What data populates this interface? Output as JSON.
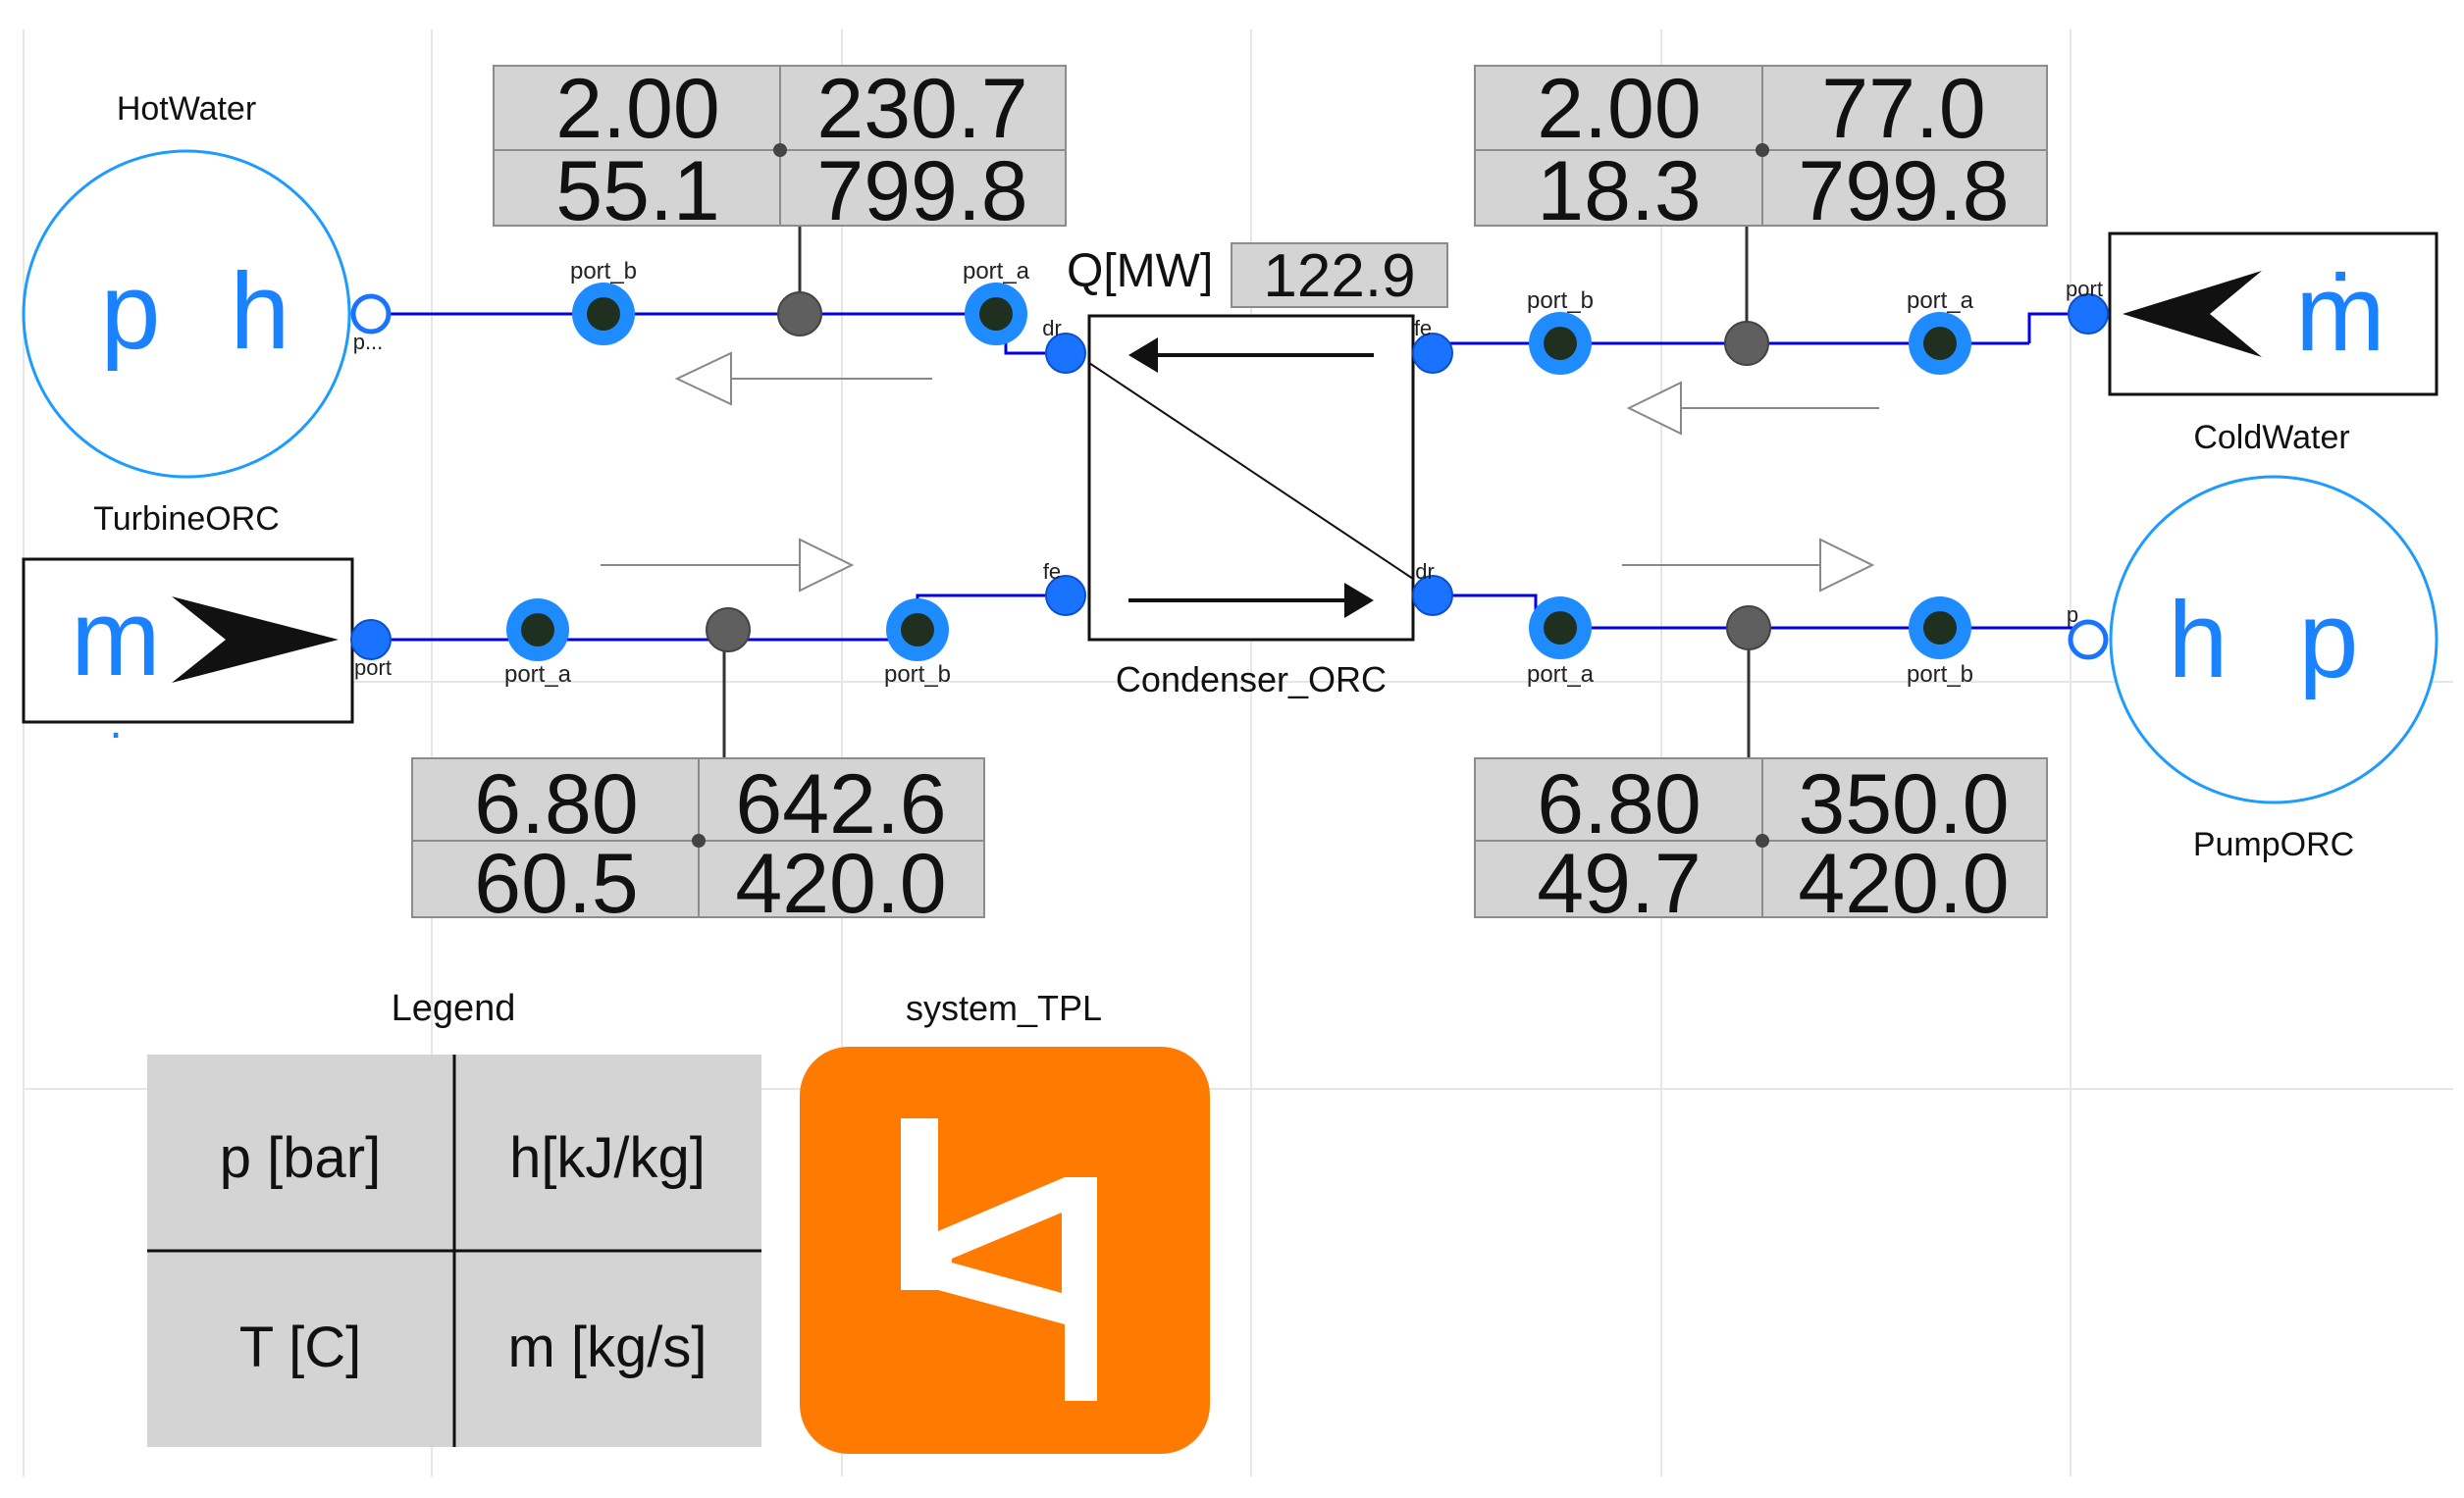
{
  "components": {
    "hot_water": {
      "label": "HotWater",
      "symbol_p": "p",
      "symbol_h": "h",
      "port_label": "p..."
    },
    "cold_water": {
      "label": "ColdWater",
      "symbol": "ṁ",
      "port_label": "port"
    },
    "turbine": {
      "label": "TurbineORC",
      "symbol": "m",
      "port_label": "port",
      "extra_mark": "."
    },
    "pump": {
      "label": "PumpORC",
      "symbol_h": "h",
      "symbol_p": "p",
      "port_label": "p"
    },
    "condenser": {
      "label": "Condenser_ORC",
      "q_label": "Q[MW]",
      "q_value": "122.9",
      "port_dr_top": "dr",
      "port_fe_top": "fe",
      "port_fe_bottom": "fe",
      "port_dr_bottom": "dr"
    },
    "system": {
      "label": "system_TPL"
    }
  },
  "sensors": [
    {
      "name": "top-left-sensor",
      "port_left": "port_b",
      "port_right": "port_a",
      "p": "2.00",
      "h": "230.7",
      "T": "55.1",
      "m": "799.8"
    },
    {
      "name": "top-right-sensor",
      "port_left": "port_b",
      "port_right": "port_a",
      "p": "2.00",
      "h": "77.0",
      "T": "18.3",
      "m": "799.8"
    },
    {
      "name": "bottom-left-sensor",
      "port_left": "port_a",
      "port_right": "port_b",
      "p": "6.80",
      "h": "642.6",
      "T": "60.5",
      "m": "420.0"
    },
    {
      "name": "bottom-right-sensor",
      "port_left": "port_a",
      "port_right": "port_b",
      "p": "6.80",
      "h": "350.0",
      "T": "49.7",
      "m": "420.0"
    }
  ],
  "legend": {
    "title": "Legend",
    "cells": [
      "p [bar]",
      "h[kJ/kg]",
      "T [C]",
      "m [kg/s]"
    ]
  },
  "colors": {
    "connection": "#0000e0",
    "port_blue": "#1a73ff",
    "port_ring": "#1e8cff",
    "port_center": "#203020",
    "junction": "#5f5f5f",
    "display_bg": "#d4d4d4",
    "source_circle": "#1e9bff",
    "symbol_text": "#1a82ff",
    "system_orange": "#ff7a00",
    "grid": "#e6e6e6"
  }
}
